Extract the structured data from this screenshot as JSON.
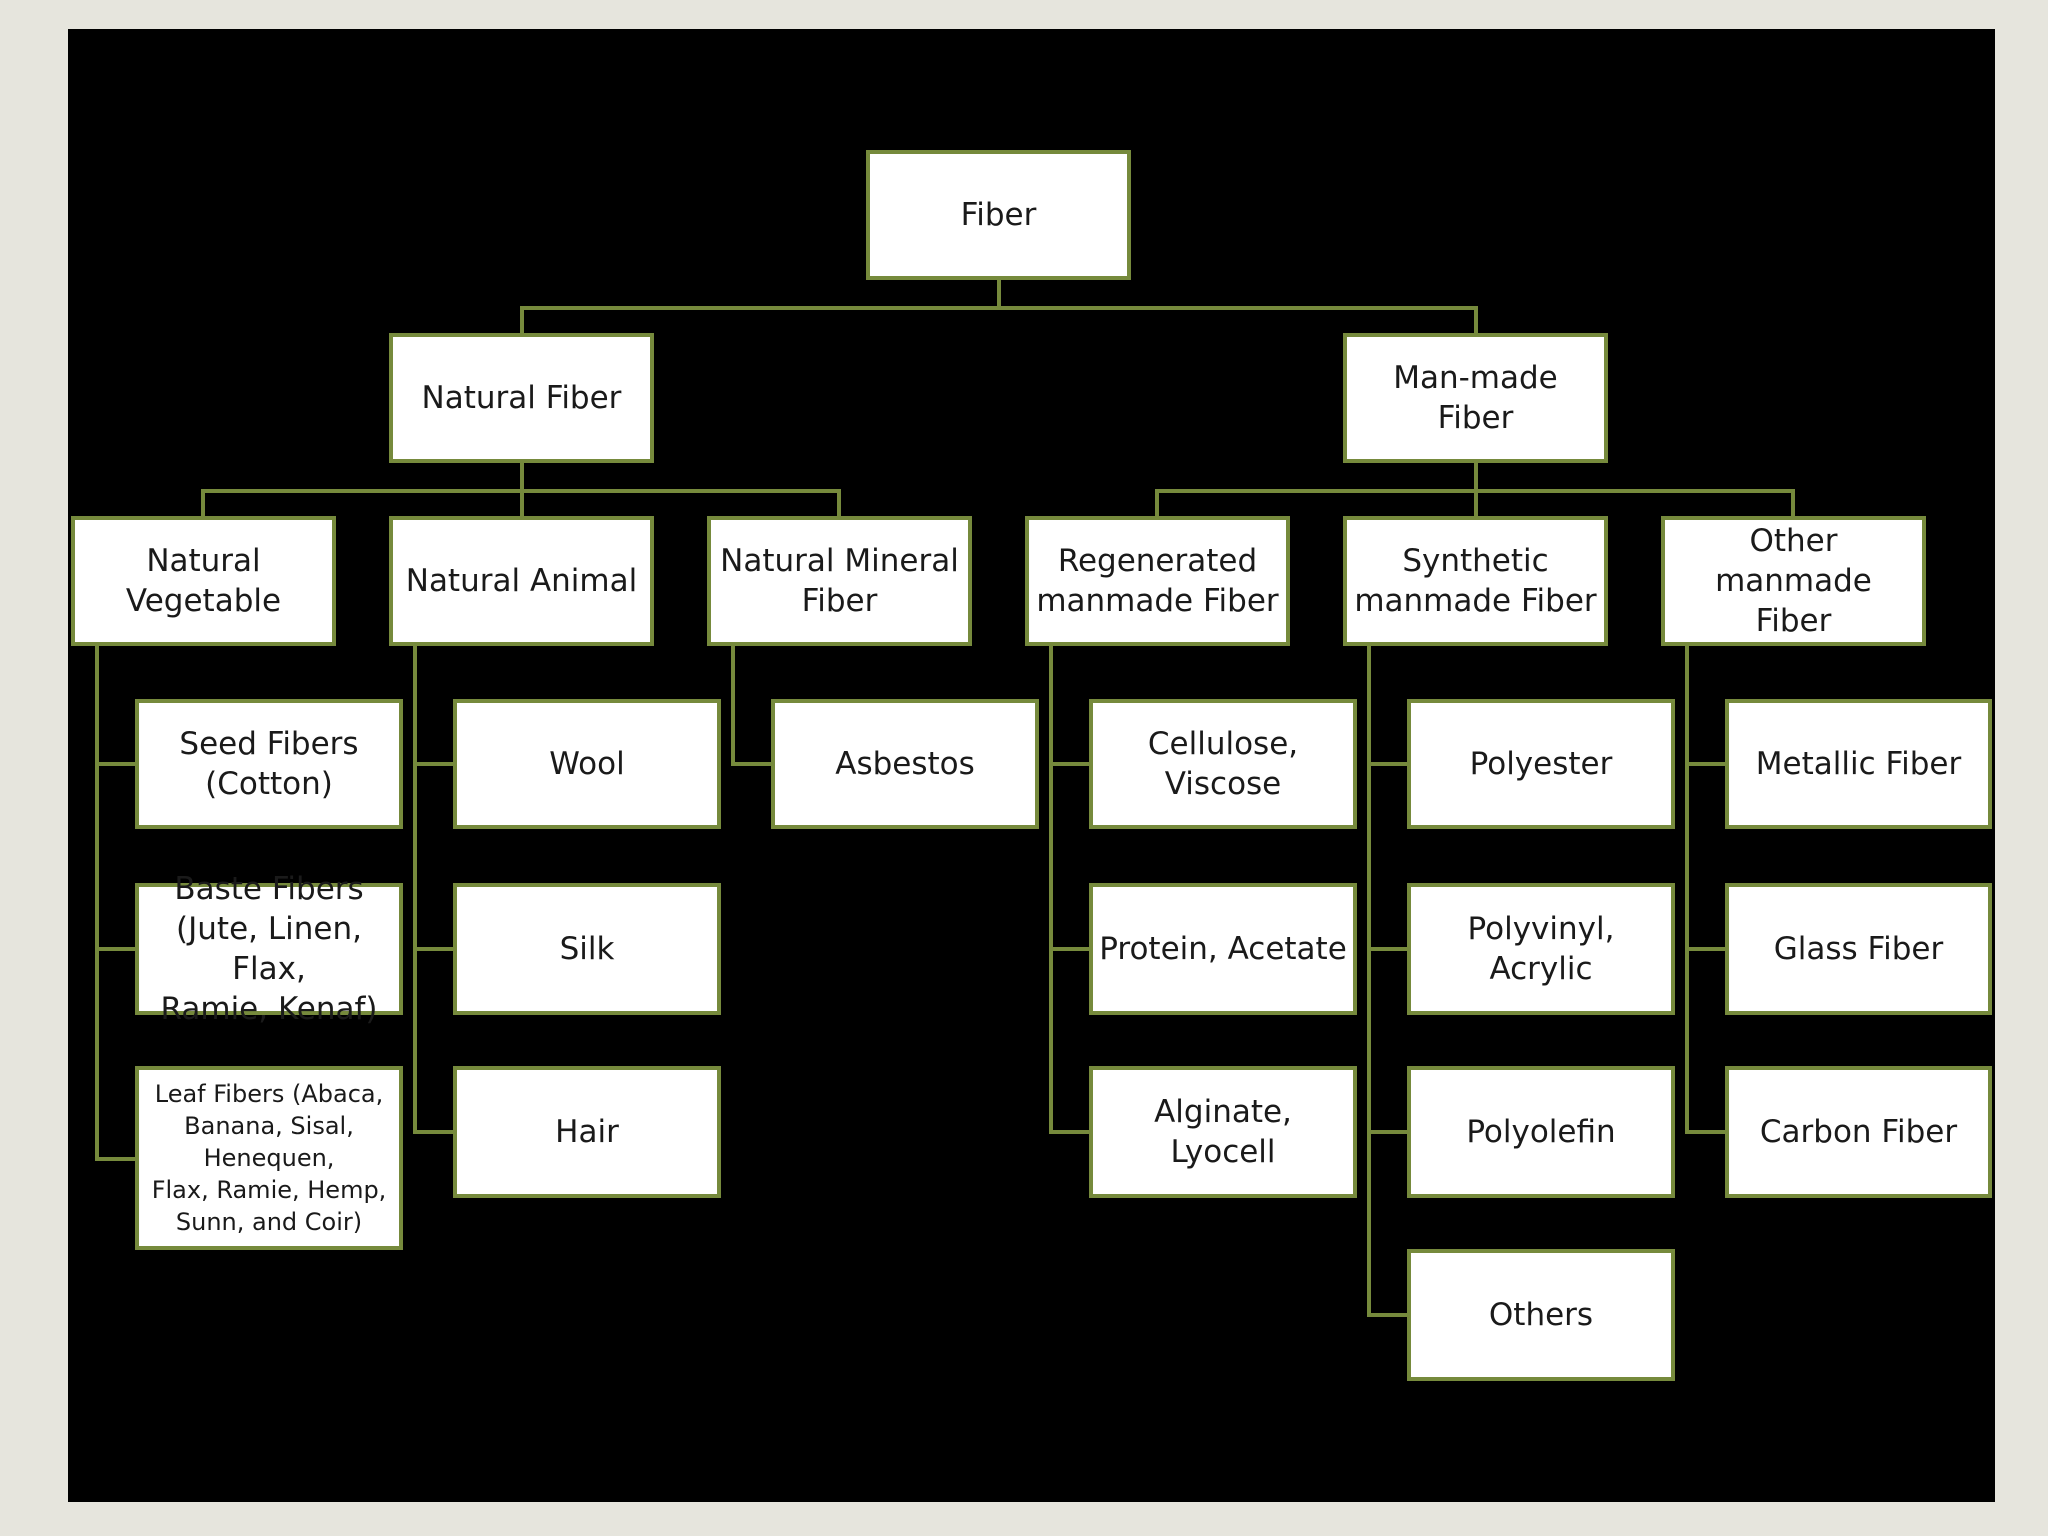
{
  "diagram": {
    "root": "Fiber",
    "categories": {
      "natural": "Natural Fiber",
      "manmade": "Man-made Fiber"
    },
    "subcategories": {
      "natural_vegetable": "Natural\nVegetable",
      "natural_animal": "Natural Animal",
      "natural_mineral": "Natural Mineral\nFiber",
      "regenerated": "Regenerated\nmanmade Fiber",
      "synthetic": "Synthetic\nmanmade Fiber",
      "other_manmade": "Other manmade\nFiber"
    },
    "leaves": {
      "seed_fibers": "Seed Fibers\n(Cotton)",
      "baste_fibers": "Baste Fibers\n(Jute, Linen, Flax,\nRamie, Kenaf)",
      "leaf_fibers": "Leaf Fibers (Abaca,\nBanana, Sisal,\nHenequen,\nFlax, Ramie, Hemp,\nSunn, and Coir)",
      "wool": "Wool",
      "silk": "Silk",
      "hair": "Hair",
      "asbestos": "Asbestos",
      "cellulose_viscose": "Cellulose,\nViscose",
      "protein_acetate": "Protein, Acetate",
      "alginate_lyocell": "Alginate, Lyocell",
      "polyester": "Polyester",
      "polyvinyl_acrylic": "Polyvinyl, Acrylic",
      "polyolefin": "Polyolefin",
      "others": "Others",
      "metallic_fiber": "Metallic Fiber",
      "glass_fiber": "Glass Fiber",
      "carbon_fiber": "Carbon Fiber"
    },
    "colors": {
      "background": "#000000",
      "frame": "#e6e5dd",
      "box_fill": "#ffffff",
      "connector": "#768a3c"
    }
  }
}
